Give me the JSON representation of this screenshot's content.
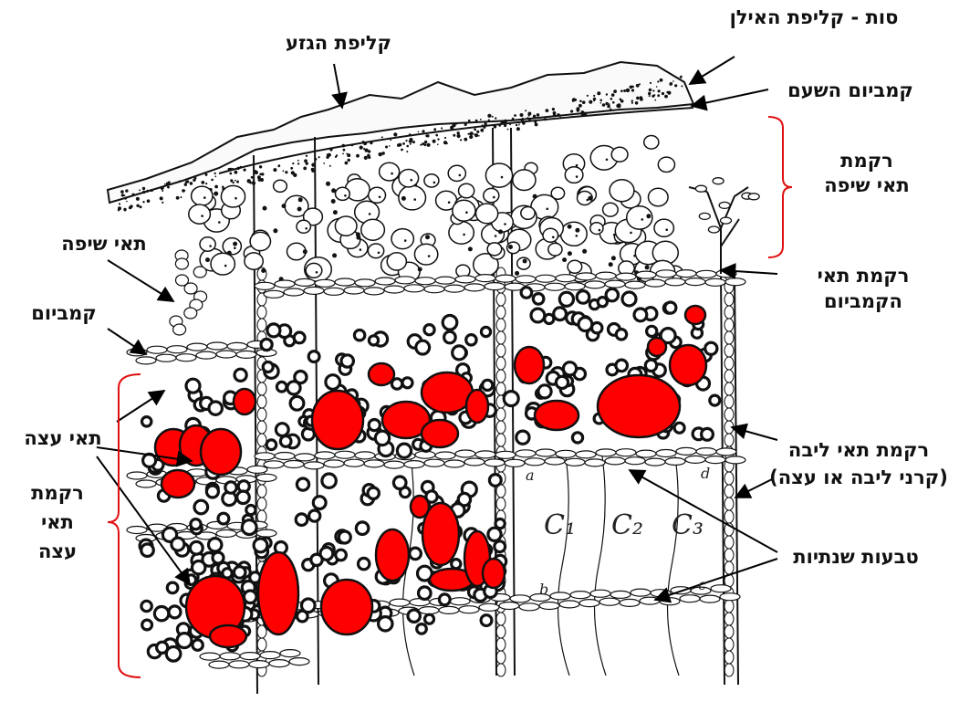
{
  "labels": {
    "bark_outer": "סות - קליפת האילן",
    "trunk_bark": "קליפת הגזע",
    "cork_cambium": "קמביום השעם",
    "phloem_tissue_line1": "רקמת",
    "phloem_tissue_line2": "תאי שיפה",
    "phloem_cells": "תאי שיפה",
    "cambium_tissue_line1": "רקמת תאי",
    "cambium_tissue_line2": "הקמביום",
    "cambium": "קמביום",
    "wood_cells": "תאי עצה",
    "wood_tissue_line1": "רקמת",
    "wood_tissue_line2": "תאי",
    "wood_tissue_line3": "עצה",
    "pith_tissue_line1": "רקמת תאי ליבה",
    "pith_tissue_line2": "(קרני ליבה או עצה)",
    "annual_rings": "טבעות שנתיות"
  },
  "sketch_letters": {
    "a": "a",
    "b": "b",
    "c": "c",
    "d": "d",
    "c1": "C₁",
    "c2": "C₂",
    "c3": "C₃"
  },
  "colors": {
    "bracket": "#e01010",
    "vessel_fill": "#ff0000",
    "ink": "#111111"
  }
}
